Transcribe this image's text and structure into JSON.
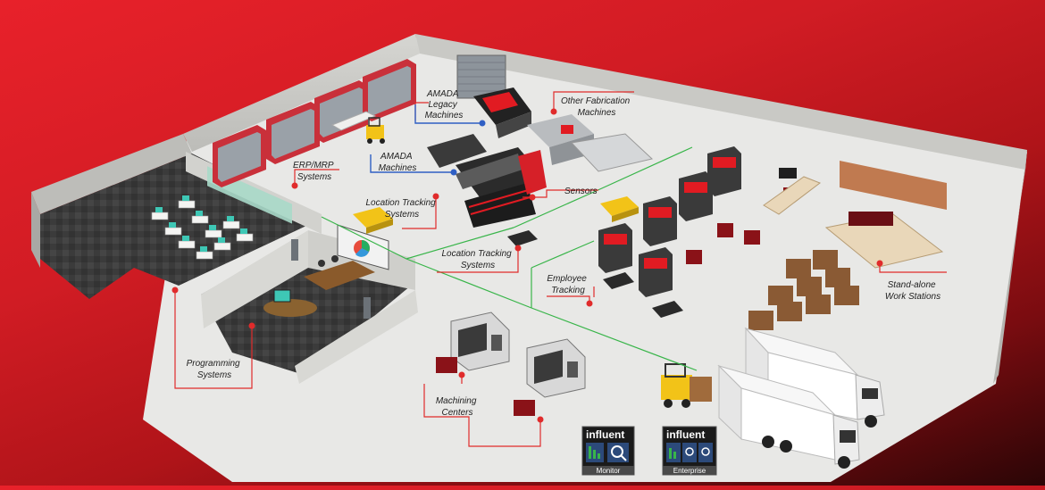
{
  "labels": {
    "amada_legacy": [
      "AMADA",
      "Legacy",
      "Machines"
    ],
    "other_fab": [
      "Other Fabrication",
      "Machines"
    ],
    "erp_mrp": [
      "ERP/MRP",
      "Systems"
    ],
    "amada_machines": [
      "AMADA",
      "Machines"
    ],
    "location_tracking_1": [
      "Location Tracking",
      "Systems"
    ],
    "sensors": [
      "Sensors"
    ],
    "location_tracking_2": [
      "Location Tracking",
      "Systems"
    ],
    "employee_tracking": [
      "Employee",
      "Tracking"
    ],
    "standalone": [
      "Stand-alone",
      "Work Stations"
    ],
    "programming": [
      "Programming",
      "Systems"
    ],
    "machining": [
      "Machining",
      "Centers"
    ]
  },
  "badges": [
    {
      "brand": "influent",
      "caption": "Monitor"
    },
    {
      "brand": "influent",
      "caption": "Enterprise"
    }
  ],
  "colors": {
    "accent_red": "#e11b22",
    "callout_line": "#e02b2b",
    "legacy_line": "#2f5fc4",
    "network_line": "#39b54a",
    "floor": "#e9e9e7",
    "wall": "#cfcfcb",
    "carpet": "#3a3a3a"
  }
}
